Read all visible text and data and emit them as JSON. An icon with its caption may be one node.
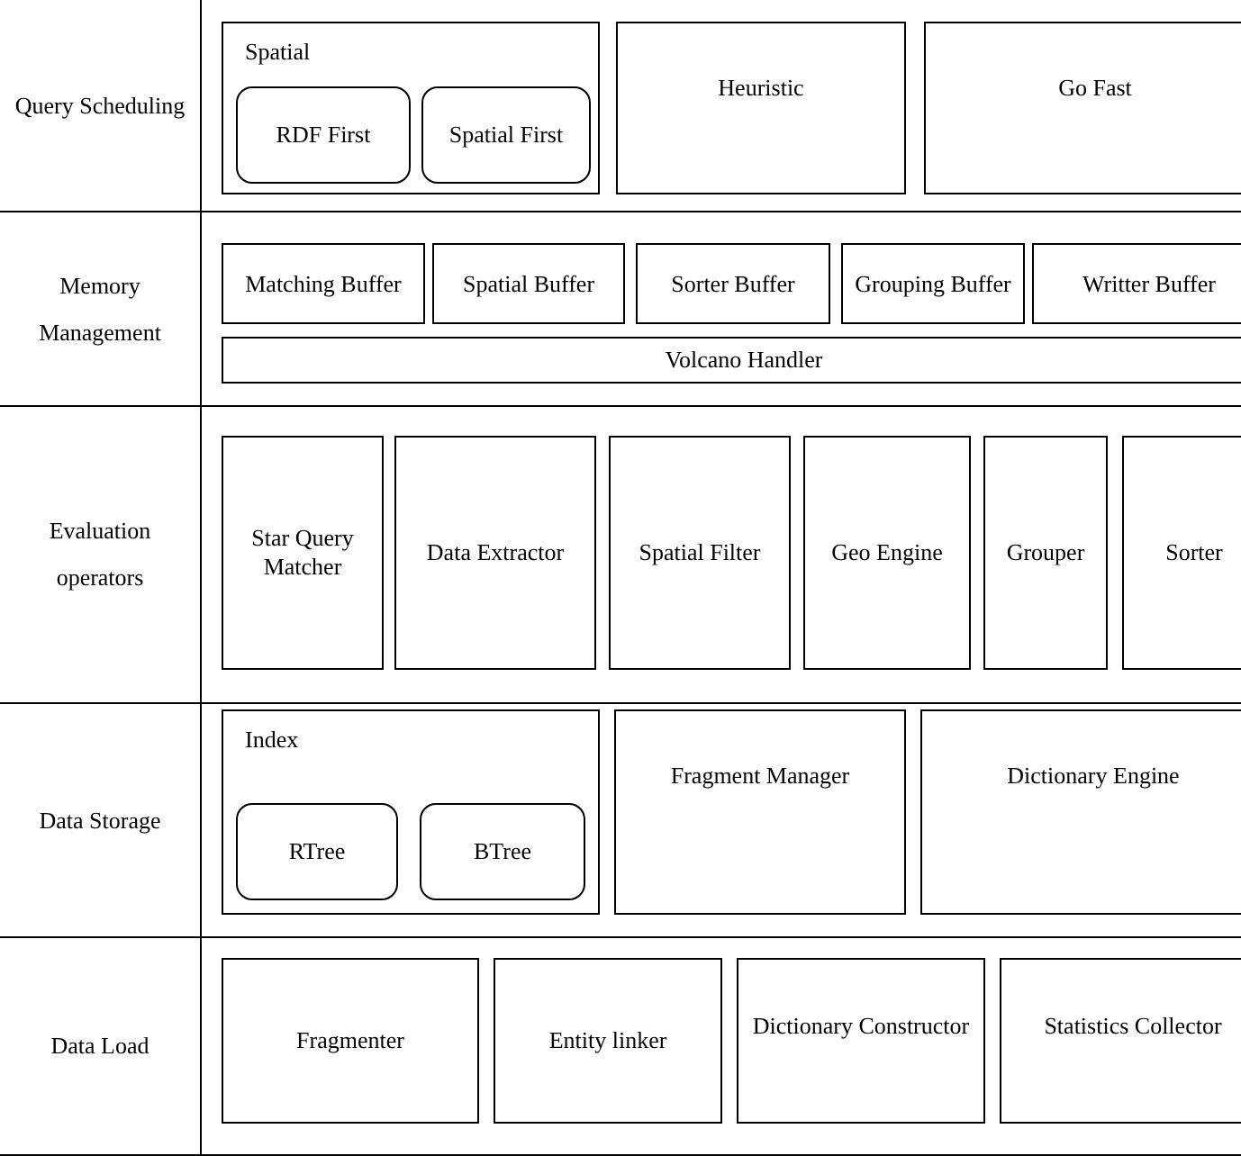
{
  "diagram": {
    "nodes": [
      {
        "text": [
          "Query Scheduling"
        ]
      },
      {
        "text": [
          "Spatial"
        ],
        "in": 0
      },
      {
        "text": [
          "RDF First"
        ],
        "in": 1
      },
      {
        "text": [
          "Spatial First"
        ],
        "in": 1
      },
      {
        "text": [
          "Heuristic"
        ],
        "in": 0
      },
      {
        "text": [
          "Go Fast"
        ],
        "in": 0
      },
      {
        "text": [
          "Memory Management"
        ]
      },
      {
        "text": [
          "Matching Buffer"
        ],
        "in": 6
      },
      {
        "text": [
          "Spatial Buffer"
        ],
        "in": 6
      },
      {
        "text": [
          "Sorter Buffer"
        ],
        "in": 6
      },
      {
        "text": [
          "Grouping Buffer"
        ],
        "in": 6
      },
      {
        "text": [
          "Writter Buffer"
        ],
        "in": 6
      },
      {
        "text": [
          "Volcano Handler"
        ],
        "in": 6
      },
      {
        "text": [
          "Evaluation operators"
        ]
      },
      {
        "text": [
          "Star Query Matcher"
        ],
        "in": 13
      },
      {
        "text": [
          "Data Extractor"
        ],
        "in": 13
      },
      {
        "text": [
          "Spatial Filter"
        ],
        "in": 13
      },
      {
        "text": [
          "Geo Engine"
        ],
        "in": 13
      },
      {
        "text": [
          "Grouper"
        ],
        "in": 13
      },
      {
        "text": [
          "Sorter"
        ],
        "in": 13
      },
      {
        "text": [
          "Data Storage"
        ]
      },
      {
        "text": [
          "Index"
        ],
        "in": 20
      },
      {
        "text": [
          "RTree"
        ],
        "in": 21
      },
      {
        "text": [
          "BTree"
        ],
        "in": 21
      },
      {
        "text": [
          "Fragment Manager"
        ],
        "in": 20
      },
      {
        "text": [
          "Dictionary Engine"
        ],
        "in": 20
      },
      {
        "text": [
          "Data Load"
        ]
      },
      {
        "text": [
          "Fragmenter"
        ],
        "in": 26
      },
      {
        "text": [
          "Entity linker"
        ],
        "in": 26
      },
      {
        "text": [
          "Dictionary Constructor"
        ],
        "in": 26
      },
      {
        "text": [
          "Statistics Collector"
        ],
        "in": 26
      }
    ]
  }
}
